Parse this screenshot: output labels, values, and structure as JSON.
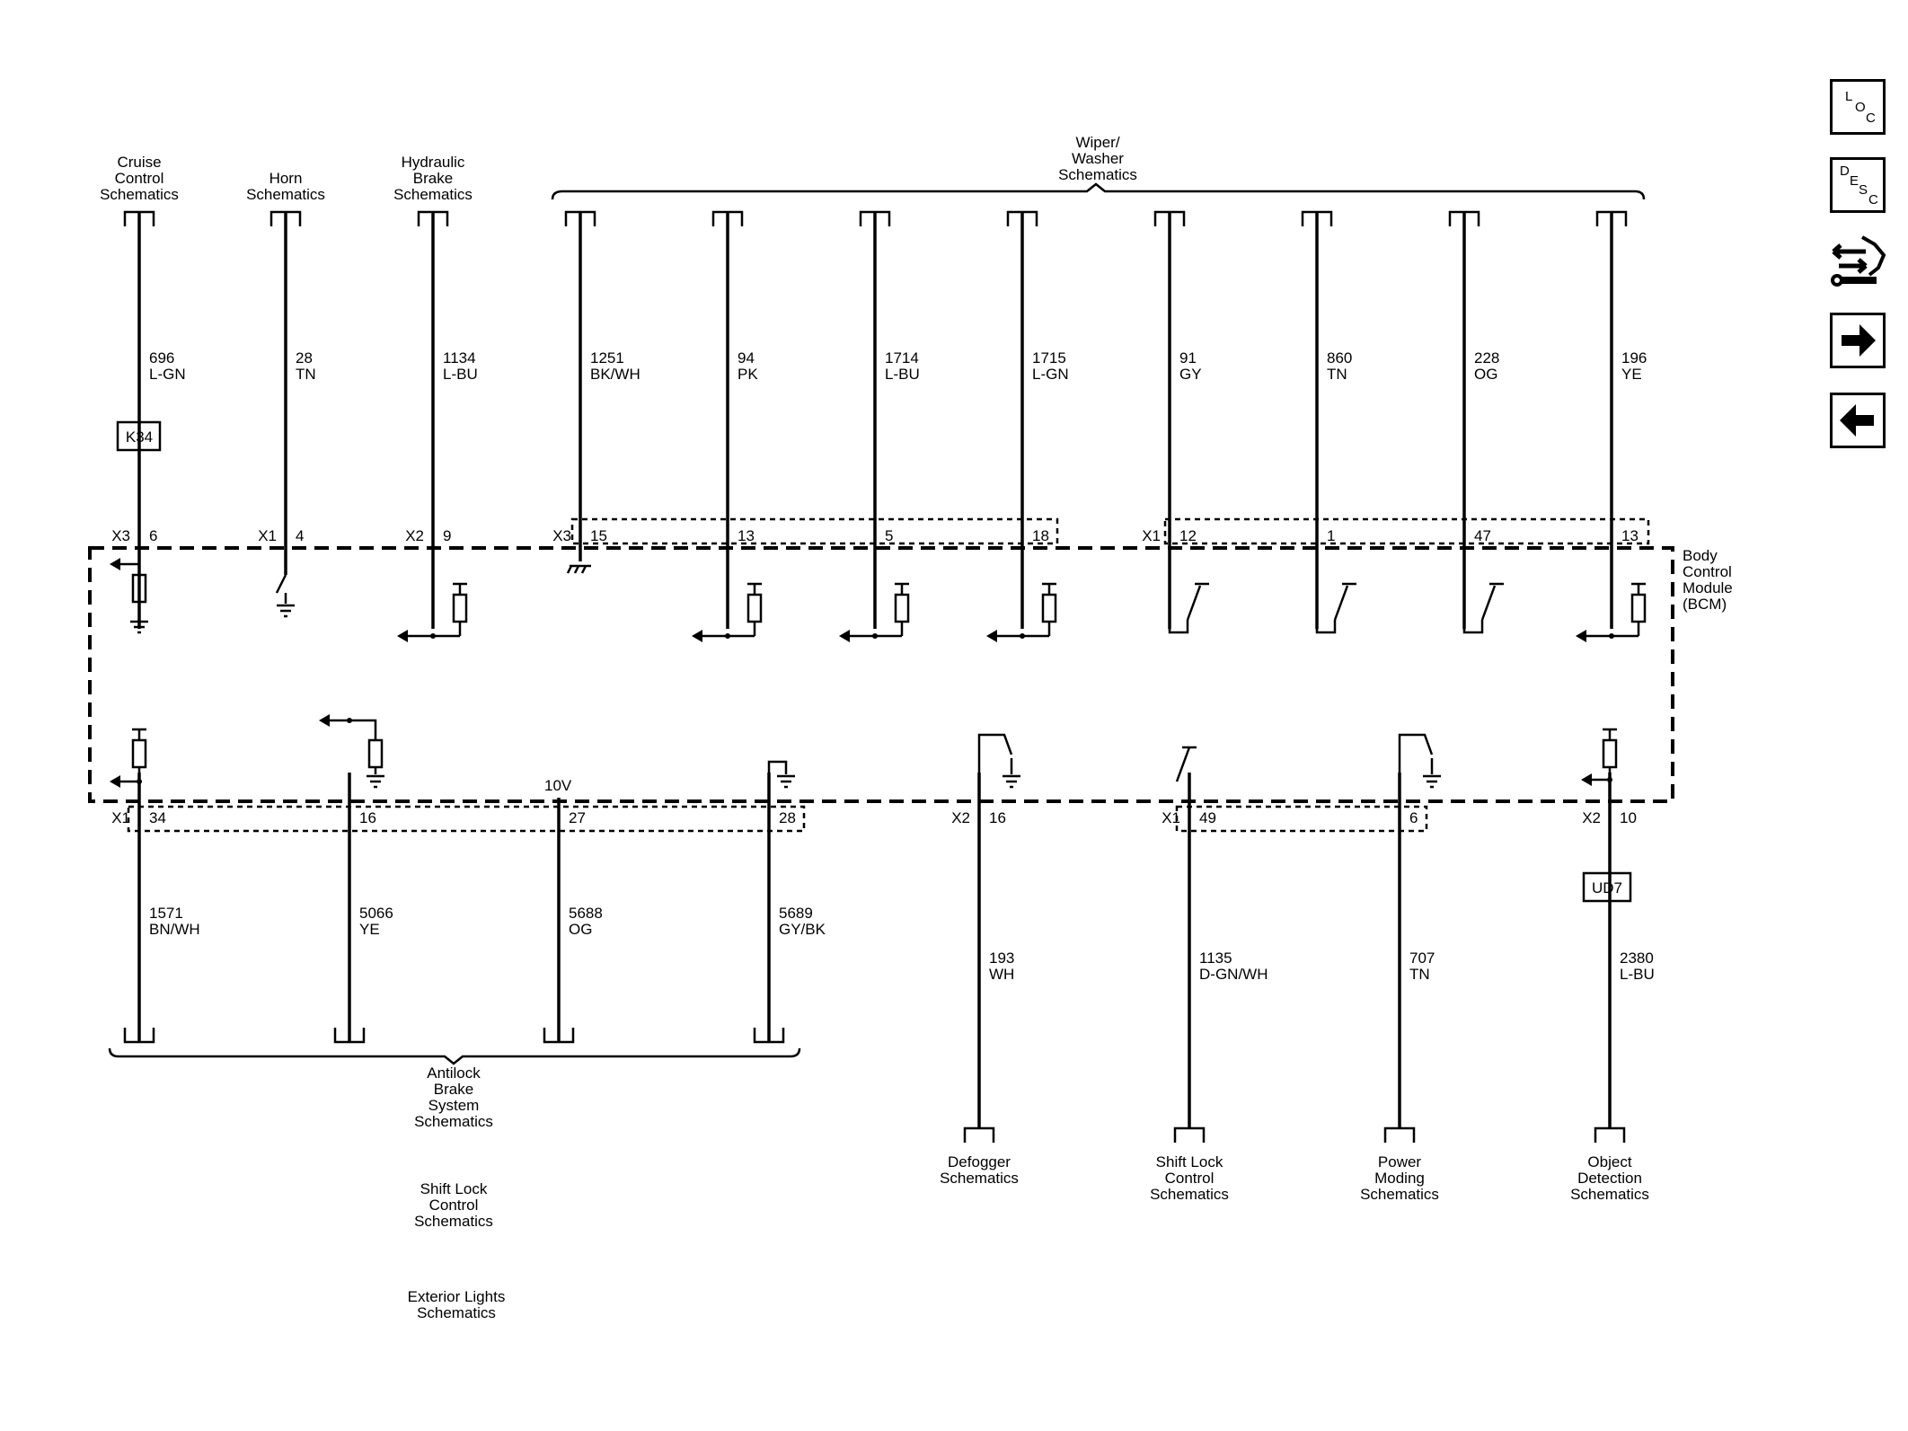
{
  "nav": {
    "loc": {
      "l1": "L",
      "l2": "O",
      "l3": "C"
    },
    "desc": {
      "l1": "D",
      "l2": "E",
      "l3": "S",
      "l4": "C"
    }
  },
  "module": {
    "name_lines": [
      "Body",
      "Control",
      "Module",
      "(BCM)"
    ]
  },
  "top_group": {
    "name_lines": [
      "Wiper/",
      "Washer",
      "Schematics"
    ]
  },
  "bottom_group": {
    "name_lines": [
      "Antilock",
      "Brake",
      "System",
      "Schematics"
    ]
  },
  "top_dests": [
    {
      "lines": [
        "Cruise",
        "Control",
        "Schematics"
      ]
    },
    {
      "lines": [
        "Horn",
        "Schematics"
      ]
    },
    {
      "lines": [
        "Hydraulic",
        "Brake",
        "Schematics"
      ]
    }
  ],
  "top_circuits": [
    {
      "circuit": "696",
      "color": "L-GN",
      "connector": "X3",
      "pin": "6",
      "inline": "K34"
    },
    {
      "circuit": "28",
      "color": "TN",
      "connector": "X1",
      "pin": "4"
    },
    {
      "circuit": "1134",
      "color": "L-BU",
      "connector": "X2",
      "pin": "9"
    },
    {
      "circuit": "1251",
      "color": "BK/WH",
      "connector": "X3",
      "pin": "15"
    },
    {
      "circuit": "94",
      "color": "PK",
      "pin": "13"
    },
    {
      "circuit": "1714",
      "color": "L-BU",
      "pin": "5"
    },
    {
      "circuit": "1715",
      "color": "L-GN",
      "pin": "18"
    },
    {
      "circuit": "91",
      "color": "GY",
      "connector": "X1",
      "pin": "12"
    },
    {
      "circuit": "860",
      "color": "TN",
      "pin": "1"
    },
    {
      "circuit": "228",
      "color": "OG",
      "pin": "47"
    },
    {
      "circuit": "196",
      "color": "YE",
      "pin": "13"
    }
  ],
  "bottom_circuits": [
    {
      "circuit": "1571",
      "color": "BN/WH",
      "connector": "X1",
      "pin": "34"
    },
    {
      "circuit": "5066",
      "color": "YE",
      "pin": "16"
    },
    {
      "circuit": "5688",
      "color": "OG",
      "pin": "27",
      "voltage": "10V"
    },
    {
      "circuit": "5689",
      "color": "GY/BK",
      "pin": "28"
    },
    {
      "circuit": "193",
      "color": "WH",
      "connector": "X2",
      "pin": "16"
    },
    {
      "circuit": "1135",
      "color": "D-GN/WH",
      "connector": "X1",
      "pin": "49"
    },
    {
      "circuit": "707",
      "color": "TN",
      "pin": "6"
    },
    {
      "circuit": "2380",
      "color": "L-BU",
      "connector": "X2",
      "pin": "10",
      "inline": "UD7"
    }
  ],
  "bottom_dests": [
    {
      "lines": [
        "Defogger",
        "Schematics"
      ]
    },
    {
      "lines": [
        "Shift Lock",
        "Control",
        "Schematics"
      ]
    },
    {
      "lines": [
        "Power",
        "Moding",
        "Schematics"
      ]
    },
    {
      "lines": [
        "Object",
        "Detection",
        "Schematics"
      ]
    }
  ],
  "notes": [
    {
      "lines": [
        "Shift Lock",
        "Control",
        "Schematics"
      ]
    },
    {
      "lines": [
        "Exterior Lights",
        "Schematics"
      ]
    }
  ]
}
